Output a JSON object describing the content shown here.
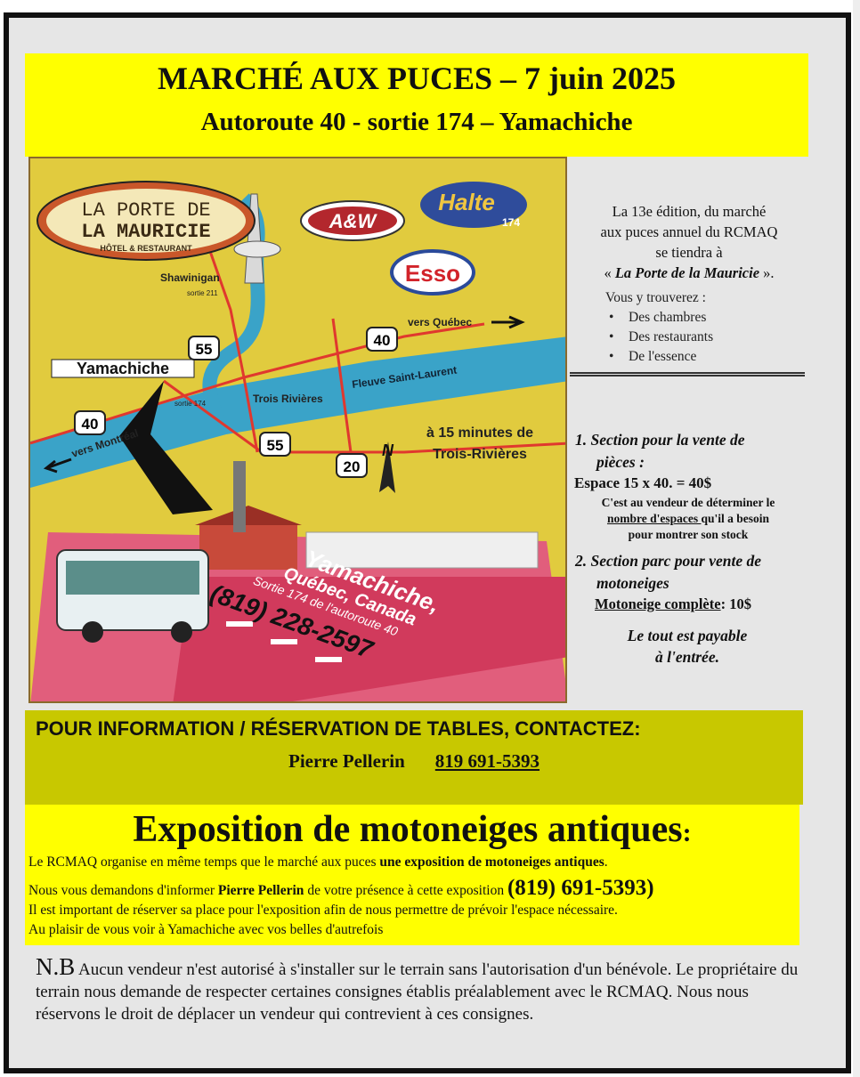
{
  "header": {
    "title": "MARCHÉ AUX PUCES – 7 juin 2025",
    "subtitle": "Autoroute 40 - sortie 174 – Yamachiche"
  },
  "map": {
    "hotel_line1": "LA PORTE DE",
    "hotel_line2": "LA MAURICIE",
    "hotel_line3": "HÔTEL & RESTAURANT",
    "aw": "A&W",
    "halte": "Halte",
    "halte_num": "174",
    "esso": "Esso",
    "shawinigan": "Shawinigan",
    "sortie211": "sortie 211",
    "vers_quebec": "vers Québec",
    "yamachiche": "Yamachiche",
    "sortie174": "sortie 174",
    "trois_rivieres": "Trois Rivières",
    "fleuve": "Fleuve Saint-Laurent",
    "vers_montreal": "vers Montréal",
    "minutes_line1": "à 15 minutes de",
    "minutes_line2": "Trois-Rivières",
    "north": "N",
    "rt40a": "40",
    "rt40b": "40",
    "rt55a": "55",
    "rt55b": "55",
    "rt20": "20",
    "road_line1": "Yamachiche,",
    "road_line2": "Québec, Canada",
    "road_line3": "Sortie 174 de l'autoroute 40",
    "road_phone": "(819) 228-2597"
  },
  "info": {
    "line1": "La 13e édition, du marché",
    "line2": "aux puces annuel du RCMAQ",
    "line3": "se tiendra à",
    "line4_pre": "« ",
    "line4_name": "La Porte de la Mauricie",
    "line4_post": " ».",
    "find_title": "Vous y trouverez :",
    "find_items": [
      "Des chambres",
      "Des restaurants",
      "De l'essence"
    ]
  },
  "sections": {
    "s1_title_a": "1. Section pour la vente de",
    "s1_title_b": "pièces :",
    "s1_space": "Espace 15 x 40. = 40$",
    "s1_note_a": "C'est au vendeur de déterminer le",
    "s1_note_b_ul": "nombre d'espaces ",
    "s1_note_b_rest": "qu'il a besoin",
    "s1_note_c": "pour montrer son stock",
    "s2_title_a": "2. Section parc pour vente de",
    "s2_title_b": "motoneiges",
    "s2_price_ul": "Motoneige complète",
    "s2_price_rest": ": 10$",
    "pay_a": "Le tout est payable",
    "pay_b": "à l'entrée."
  },
  "contact": {
    "heading": "POUR INFORMATION / RÉSERVATION DE TABLES, CONTACTEZ:",
    "name": "Pierre Pellerin",
    "phone": "819 691-5393"
  },
  "expo": {
    "title": "Exposition de motoneiges antiques",
    "title_colon": ":",
    "l1_pre": "Le RCMAQ organise en même temps que le marché aux puces ",
    "l1_bold": "une exposition de motoneiges antiques",
    "l1_post": ".",
    "l2_pre": "Nous vous demandons d'informer ",
    "l2_bold": "Pierre Pellerin",
    "l2_mid": " de votre présence à cette exposition ",
    "l2_phone": "(819) 691-5393)",
    "l3": "Il est important de réserver sa place pour l'exposition afin de nous permettre de prévoir l'espace nécessaire.",
    "l4": "Au plaisir de vous voir à Yamachiche avec vos belles d'autrefois"
  },
  "nb": {
    "label": "N.B",
    "text": " Aucun vendeur n'est autorisé à s'installer sur le terrain sans l'autorisation d'un bénévole. Le propriétaire du terrain nous demande de respecter certaines consignes établis préalablement avec le RCMAQ. Nous nous réservons le droit de déplacer un vendeur qui contrevient à ces consignes."
  }
}
